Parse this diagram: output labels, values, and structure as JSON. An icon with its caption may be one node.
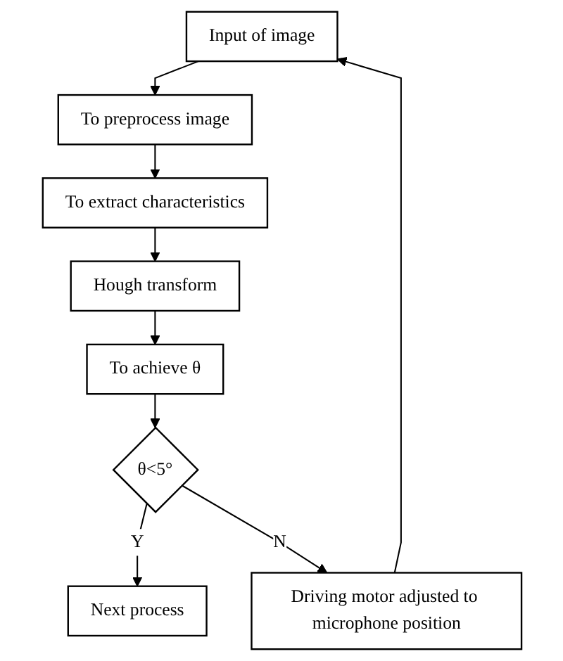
{
  "diagram": {
    "nodes": [
      {
        "text": [
          "Input of image"
        ]
      },
      {
        "text": [
          "To preprocess image"
        ]
      },
      {
        "text": [
          "To extract characteristics"
        ]
      },
      {
        "text": [
          "Hough transform"
        ]
      },
      {
        "text": [
          "To achieve θ"
        ]
      },
      {
        "text": [
          "θ<5°"
        ]
      },
      {
        "text": [
          "Next process"
        ]
      },
      {
        "text": [
          "Driving motor adjusted to microphone position"
        ]
      }
    ],
    "edges": [
      {
        "from": 0,
        "to": 1,
        "arrow": "to"
      },
      {
        "from": 1,
        "to": 2,
        "arrow": "to"
      },
      {
        "from": 2,
        "to": 3,
        "arrow": "to"
      },
      {
        "from": 3,
        "to": 4,
        "arrow": "to"
      },
      {
        "from": 4,
        "to": 5,
        "arrow": "to"
      },
      {
        "from": 5,
        "to": 6,
        "arrow": "to",
        "label": "Y"
      },
      {
        "from": 5,
        "to": 7,
        "arrow": "to",
        "label": "N"
      },
      {
        "from": 7,
        "to": 0,
        "arrow": "to"
      }
    ]
  }
}
